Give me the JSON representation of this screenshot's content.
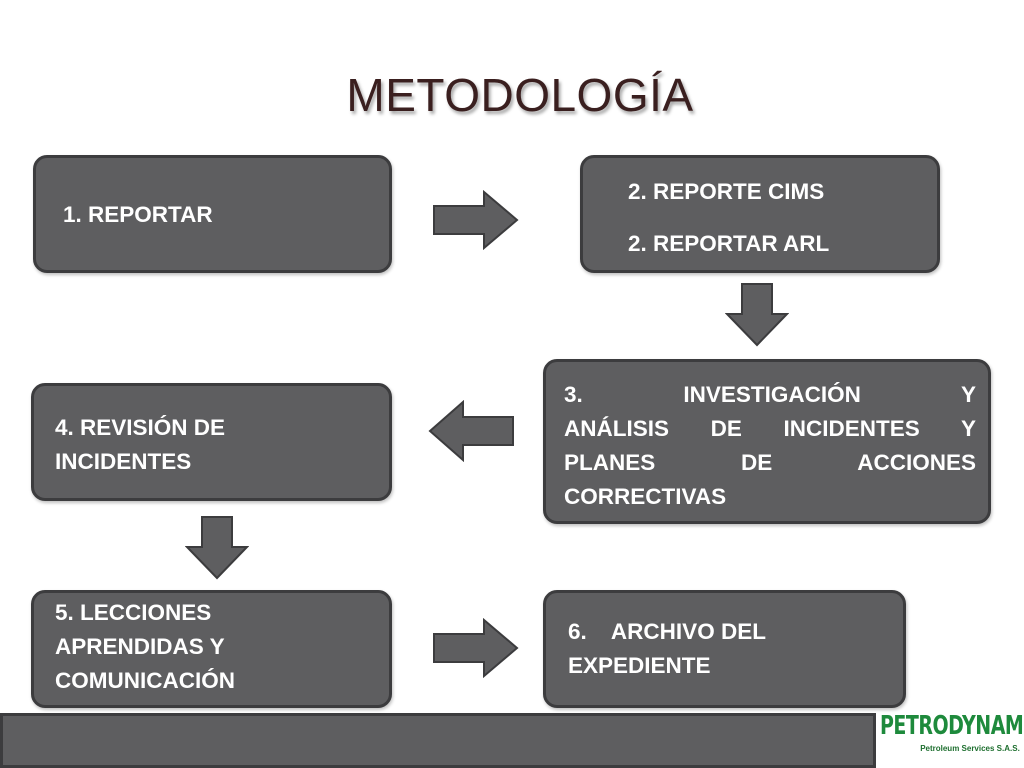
{
  "title": "METODOLOGÍA",
  "steps": {
    "step1": {
      "lines": [
        "1. REPORTAR"
      ]
    },
    "step2": {
      "lines": [
        "2. REPORTE CIMS",
        "2. REPORTAR ARL"
      ]
    },
    "step3": {
      "lines": [
        "3. INVESTIGACIÓN Y",
        "ANÁLISIS DE INCIDENTES Y",
        "PLANES DE ACCIONES",
        "CORRECTIVAS"
      ]
    },
    "step4": {
      "lines": [
        "4. REVISIÓN DE",
        "INCIDENTES"
      ]
    },
    "step5": {
      "lines": [
        "5. LECCIONES",
        "APRENDIDAS Y",
        "COMUNICACIÓN"
      ]
    },
    "step6": {
      "lines": [
        "6.    ARCHIVO DEL",
        "EXPEDIENTE"
      ]
    }
  },
  "arrows": [
    "right",
    "down",
    "left",
    "down",
    "right"
  ],
  "logo": {
    "name": "PETRODYNAMIC",
    "subtitle": "Petroleum Services S.A.S."
  },
  "colors": {
    "box_fill": "#5e5e60",
    "box_border": "#3c3c3e",
    "box_text": "#ffffff",
    "title_text": "#3a1f1f",
    "logo_green": "#1e8a3c"
  }
}
